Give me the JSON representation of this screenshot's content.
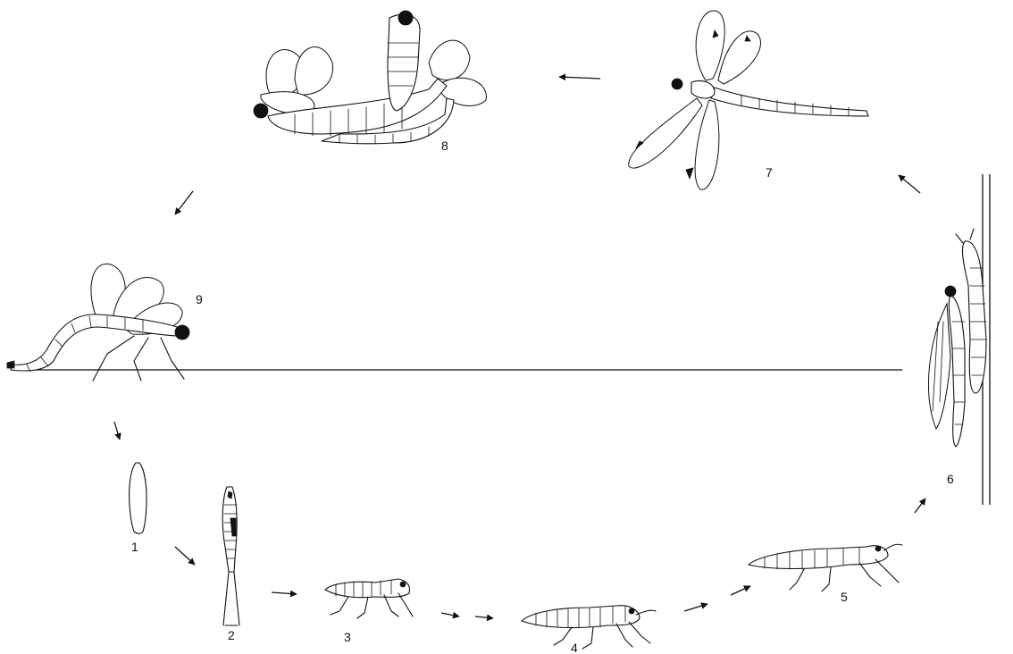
{
  "diagram": {
    "stage_labels": [
      "1",
      "2",
      "3",
      "4",
      "5",
      "6",
      "7",
      "8",
      "9"
    ]
  }
}
